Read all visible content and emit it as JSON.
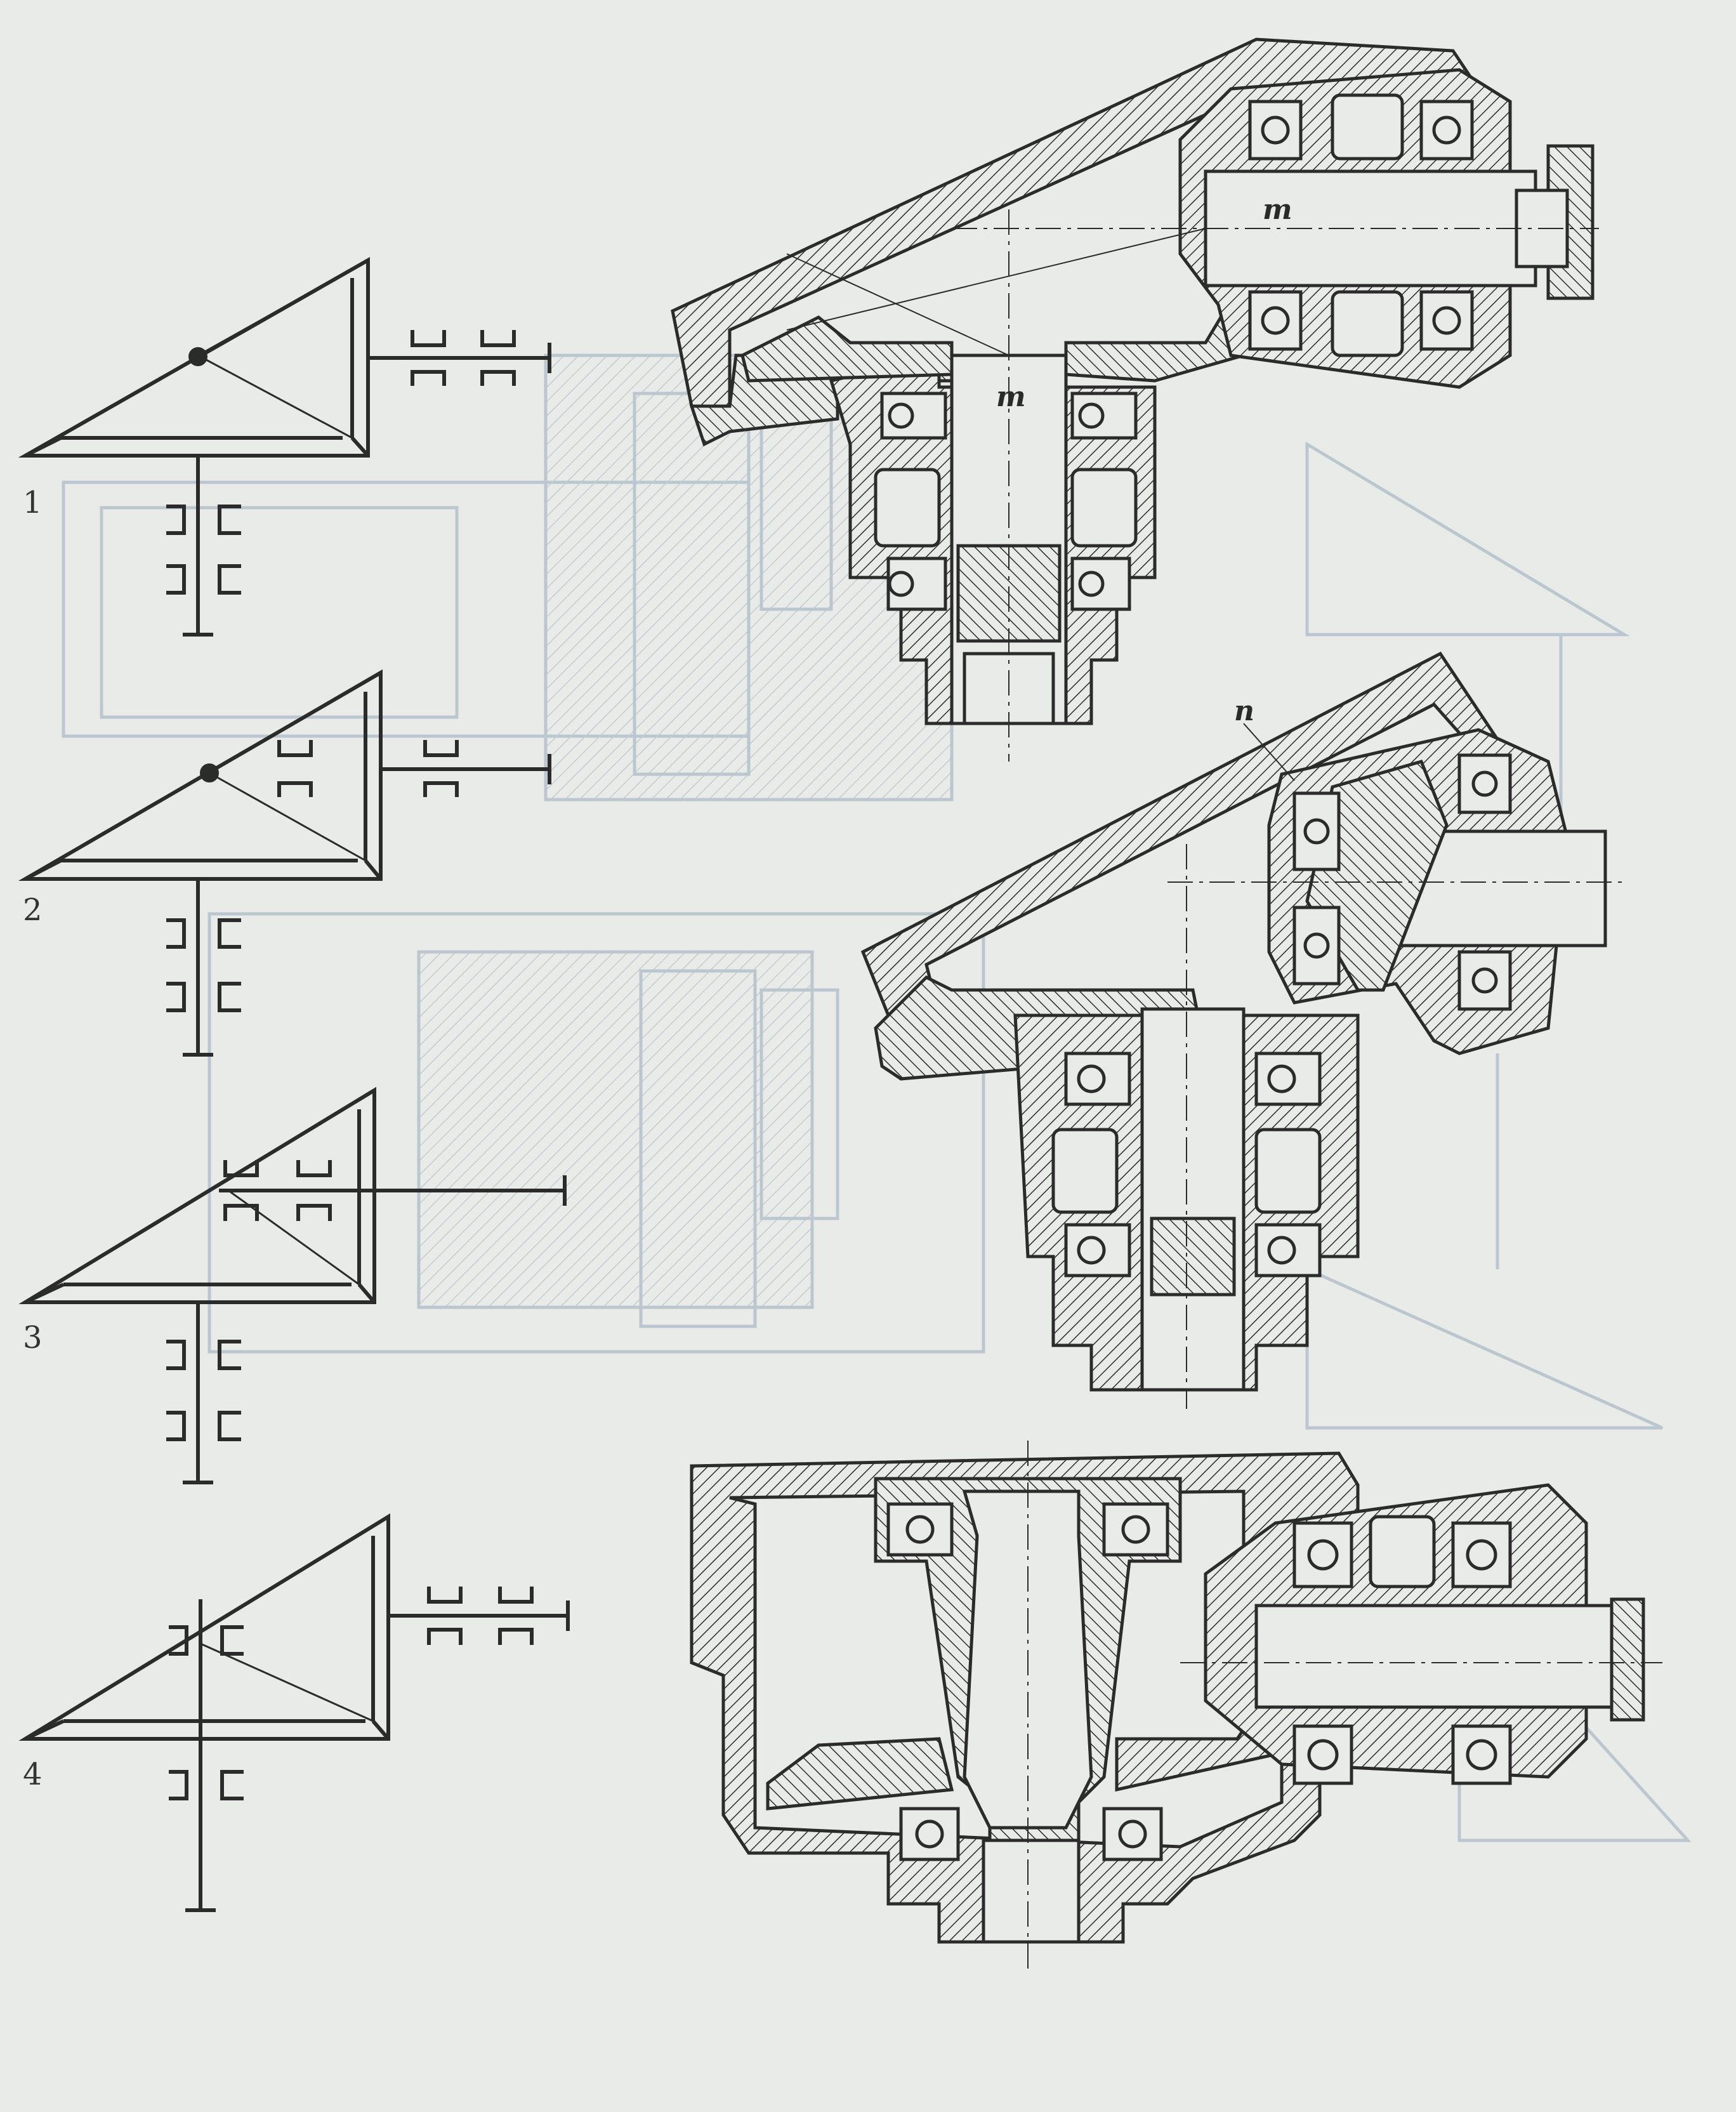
{
  "schemes": [
    {
      "number": "1"
    },
    {
      "number": "2"
    },
    {
      "number": "3"
    },
    {
      "number": "4"
    }
  ],
  "callouts": {
    "upper_horizontal_shaft": "m",
    "upper_vertical_shaft": "m",
    "middle_cover": "n"
  },
  "colors": {
    "paper": "#e9ebe8",
    "ink": "#2b2b2b",
    "ghost": "#b9c3cc"
  }
}
